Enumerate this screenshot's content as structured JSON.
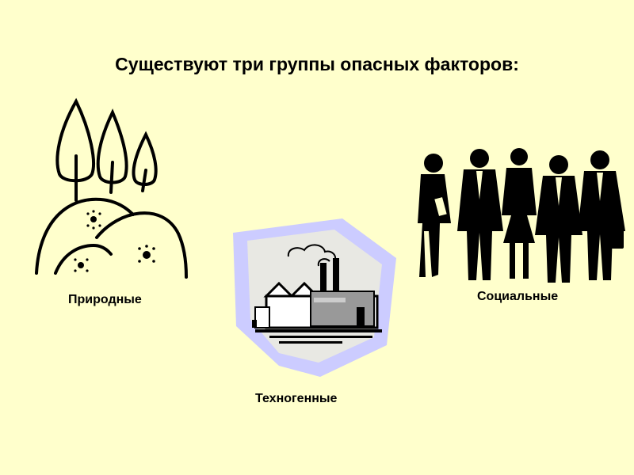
{
  "slide": {
    "title": "Существуют три группы опасных факторов:",
    "groups": [
      {
        "label": "Природные",
        "icon": "nature-icon"
      },
      {
        "label": "Социальные",
        "icon": "people-icon"
      },
      {
        "label": "Техногенные",
        "icon": "factory-icon"
      }
    ]
  },
  "colors": {
    "background": "#ffffcc",
    "accent_lavender": "#ccccff",
    "ink": "#000000"
  }
}
